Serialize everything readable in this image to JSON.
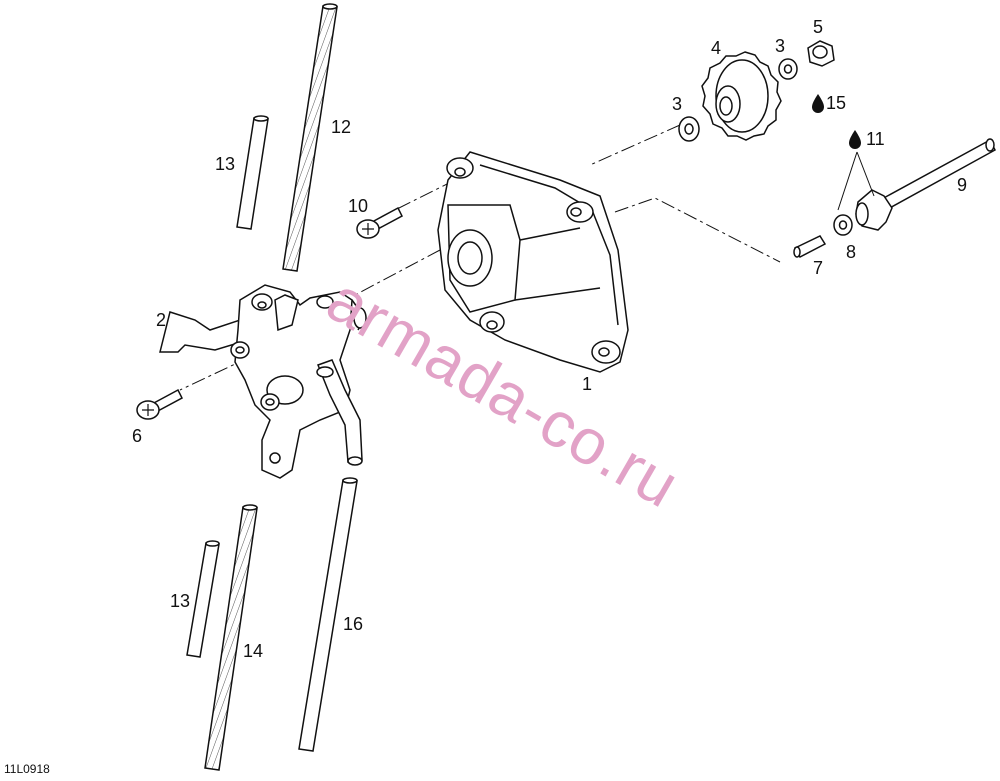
{
  "callouts": {
    "c1": "1",
    "c2": "2",
    "c3a": "3",
    "c3b": "3",
    "c4": "4",
    "c5": "5",
    "c6": "6",
    "c7": "7",
    "c8": "8",
    "c9": "9",
    "c10": "10",
    "c11": "11",
    "c12": "12",
    "c13a": "13",
    "c13b": "13",
    "c14": "14",
    "c15": "15",
    "c16": "16"
  },
  "symbols": {
    "oil_drop": "&#x1F4A7;",
    "oil_drop_glyph": "●"
  },
  "watermark": "armada-co.ru",
  "drawing_code": "11L0918",
  "colors": {
    "line": "#111111",
    "watermark": "#e2a2c7"
  }
}
